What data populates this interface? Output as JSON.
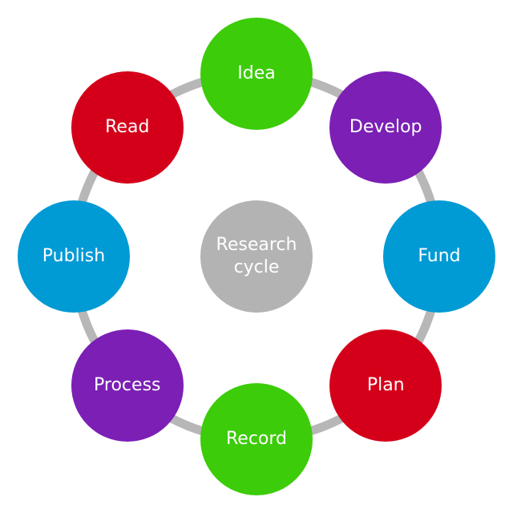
{
  "center": {
    "label_line1": "Research",
    "label_line2": "cycle",
    "color": "#b3b3b3"
  },
  "ring_color": "#b7b7b7",
  "nodes": [
    {
      "label": "Idea",
      "color": "#3ccc0a"
    },
    {
      "label": "Develop",
      "color": "#7b1fb5"
    },
    {
      "label": "Fund",
      "color": "#009ad5"
    },
    {
      "label": "Plan",
      "color": "#d4001a"
    },
    {
      "label": "Record",
      "color": "#3ccc0a"
    },
    {
      "label": "Process",
      "color": "#7b1fb5"
    },
    {
      "label": "Publish",
      "color": "#009ad5"
    },
    {
      "label": "Read",
      "color": "#d4001a"
    }
  ]
}
